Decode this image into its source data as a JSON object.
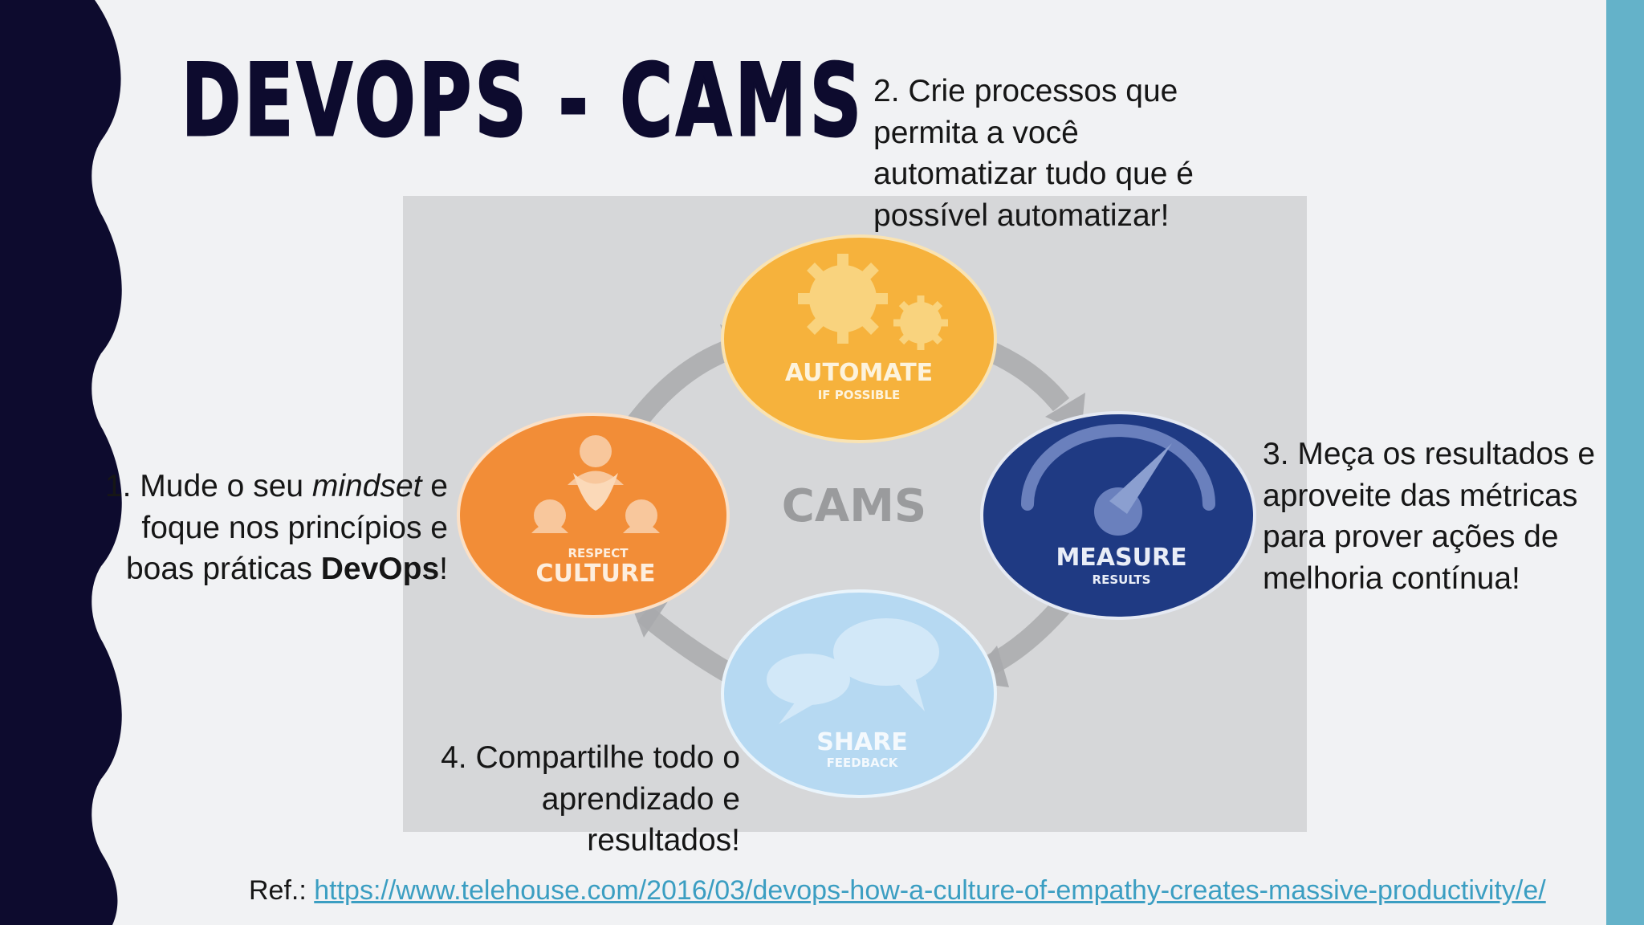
{
  "colors": {
    "background": "#f1f2f4",
    "left_band": "#0d0b2e",
    "right_band": "#64b2c9",
    "title": "#0d0b2e",
    "link": "#3b9ec2",
    "diagram_panel": "#d6d7d9",
    "culture": "#f28d37",
    "automate": "#f6b23c",
    "measure": "#1f3a83",
    "share": "#b6d9f2",
    "arrow": "#a9aaac"
  },
  "slide": {
    "title": "DEVOPS - CAMS"
  },
  "diagram": {
    "center_label": "CAMS",
    "nodes": {
      "automate": {
        "main": "Automate",
        "sub": "IF POSSIBLE",
        "icon": "gears-icon"
      },
      "measure": {
        "main": "Measure",
        "sub": "RESULTS",
        "icon": "gauge-icon"
      },
      "share": {
        "main": "Share",
        "sub": "FEEDBACK",
        "icon": "speech-bubbles-icon"
      },
      "culture": {
        "main": "Culture",
        "sub": "RESPECT",
        "icon": "people-circle-icon"
      }
    }
  },
  "callouts": {
    "culture": {
      "number": "1.",
      "prefix": " Mude o seu ",
      "emphasis": "mindset",
      "middle": " e foque nos princípios e boas práticas ",
      "bold": "DevOps",
      "suffix": "!"
    },
    "automate": {
      "number": "2.",
      "text": " Crie processos que permita a você automatizar tudo que é possível automatizar!"
    },
    "measure": {
      "number": "3.",
      "text": " Meça os resultados e aproveite das métricas para prover ações de melhoria contínua!"
    },
    "share": {
      "number": "4.",
      "text": " Compartilhe todo o aprendizado e resultados!"
    }
  },
  "reference": {
    "label": "Ref.: ",
    "url": "https://www.telehouse.com/2016/03/devops-how-a-culture-of-empathy-creates-massive-productivity/e/"
  }
}
